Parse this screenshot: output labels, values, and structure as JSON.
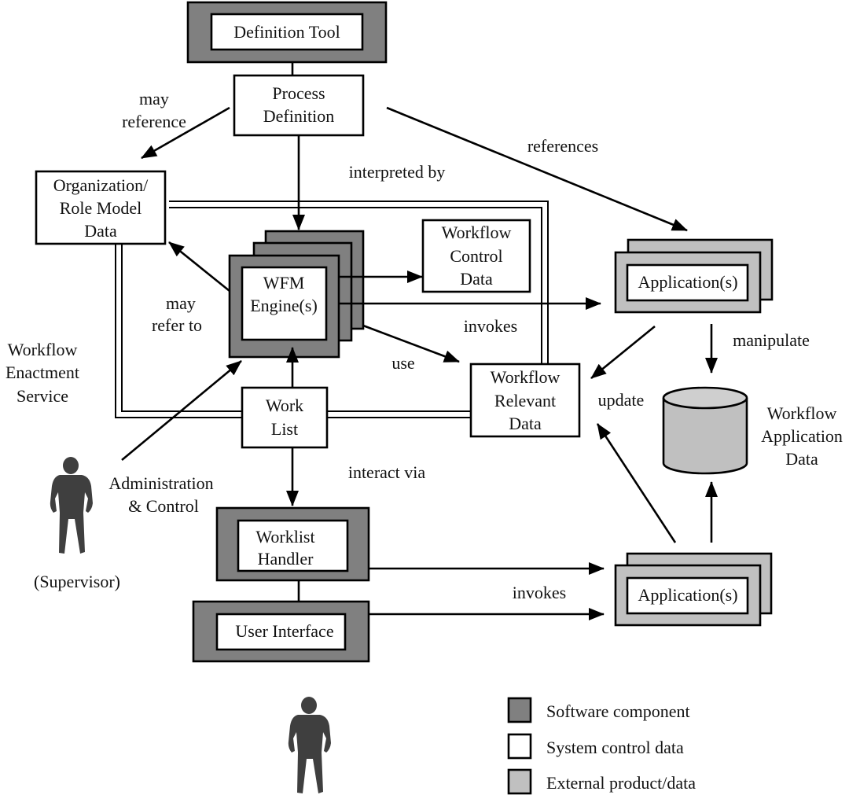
{
  "colors": {
    "software_component": "#808080",
    "system_control_data": "#ffffff",
    "external_product": "#c0c0c0",
    "figure": "#3f3f3f",
    "line": "#000000"
  },
  "nodes": {
    "definition_tool": "Definition Tool",
    "process_definition": [
      "Process",
      "Definition"
    ],
    "org_role_model": [
      "Organization/",
      "Role Model",
      "Data"
    ],
    "wfm_engine": [
      "WFM",
      "Engine(s)"
    ],
    "workflow_control_data": [
      "Workflow",
      "Control",
      "Data"
    ],
    "application_top": "Application(s)",
    "workflow_relevant_data": [
      "Workflow",
      "Relevant",
      "Data"
    ],
    "work_list": [
      "Work",
      "List"
    ],
    "worklist_handler": [
      "Worklist",
      "Handler"
    ],
    "user_interface": "User Interface",
    "application_bottom": "Application(s)",
    "workflow_application_data": [
      "Workflow",
      "Application",
      "Data"
    ]
  },
  "labels": {
    "may_reference": [
      "may",
      "reference"
    ],
    "interpreted_by": "interpreted by",
    "references": "references",
    "may_refer_to": [
      "may",
      "refer to"
    ],
    "invokes_top": "invokes",
    "use": "use",
    "update": "update",
    "manipulate": "manipulate",
    "enactment_service": [
      "Workflow",
      "Enactment",
      "Service"
    ],
    "admin_control": [
      "Administration",
      "& Control"
    ],
    "supervisor": "(Supervisor)",
    "interact_via": "interact via",
    "invokes_bottom": "invokes"
  },
  "legend": [
    {
      "label": "Software component",
      "key": "software_component"
    },
    {
      "label": "System control data",
      "key": "system_control_data"
    },
    {
      "label": "External product/data",
      "key": "external_product"
    }
  ]
}
